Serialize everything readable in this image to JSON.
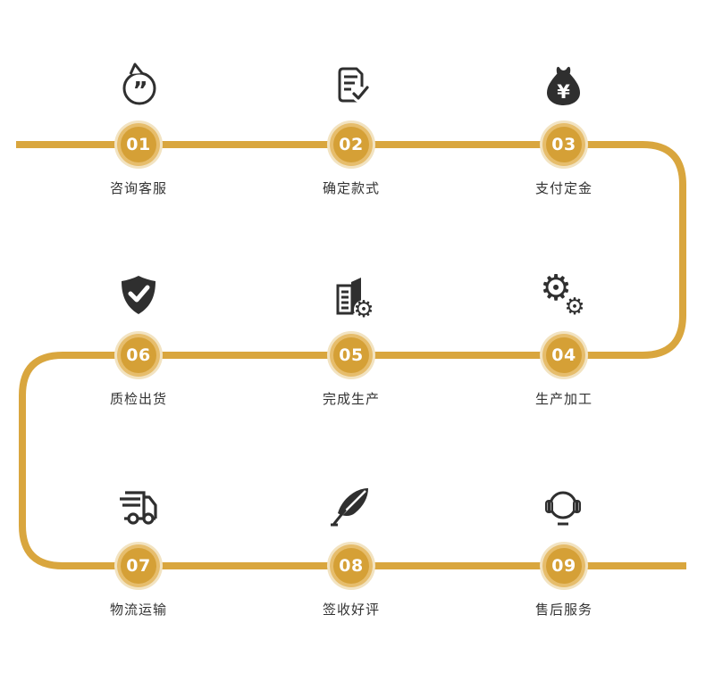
{
  "colors": {
    "line": "#D9A63E",
    "badge": "#D5A036",
    "ring_inner": "#E6BD6C",
    "ring_outer": "#F2E3C1",
    "icon": "#2F2F2F",
    "text": "#333333",
    "bg": "#FFFFFF"
  },
  "steps": [
    {
      "number": "01",
      "label": "咨询客服",
      "icon": "chat-bubble-icon"
    },
    {
      "number": "02",
      "label": "确定款式",
      "icon": "document-check-icon"
    },
    {
      "number": "03",
      "label": "支付定金",
      "icon": "money-bag-icon"
    },
    {
      "number": "06",
      "label": "质检出货",
      "icon": "shield-check-icon"
    },
    {
      "number": "05",
      "label": "完成生产",
      "icon": "factory-gear-icon"
    },
    {
      "number": "04",
      "label": "生产加工",
      "icon": "gears-icon"
    },
    {
      "number": "07",
      "label": "物流运输",
      "icon": "truck-icon"
    },
    {
      "number": "08",
      "label": "签收好评",
      "icon": "feather-icon"
    },
    {
      "number": "09",
      "label": "售后服务",
      "icon": "headset-icon"
    }
  ]
}
